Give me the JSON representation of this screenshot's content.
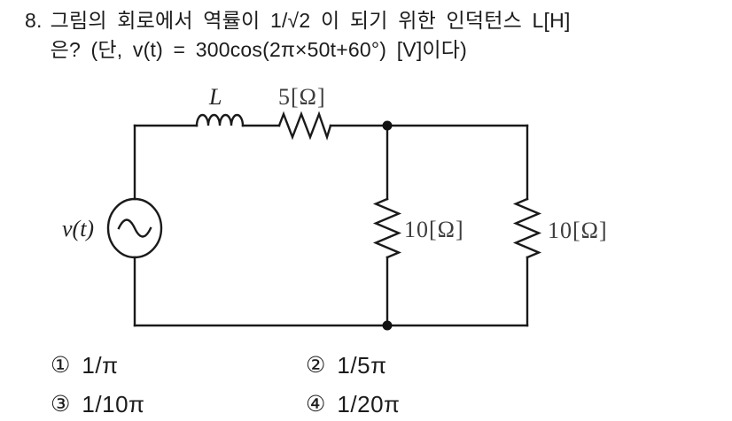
{
  "question": {
    "number": "8.",
    "line1": "그림의 회로에서 역률이 1/√2 이 되기 위한 인덕턴스 L[H]",
    "line2": "은? (단, v(t) = 300cos(2π×50t+60°) [V]이다)"
  },
  "circuit": {
    "source_label": "v(t)",
    "inductor_label": "L",
    "series_resistor_label": "5[Ω]",
    "parallel_resistor1_label": "10[Ω]",
    "parallel_resistor2_label": "10[Ω]"
  },
  "choices": [
    {
      "number": "①",
      "label": "1/π"
    },
    {
      "number": "②",
      "label": "1/5π"
    },
    {
      "number": "③",
      "label": "1/10π"
    },
    {
      "number": "④",
      "label": "1/20π"
    }
  ],
  "colors": {
    "ink": "#1a1a1a",
    "background": "#ffffff"
  }
}
